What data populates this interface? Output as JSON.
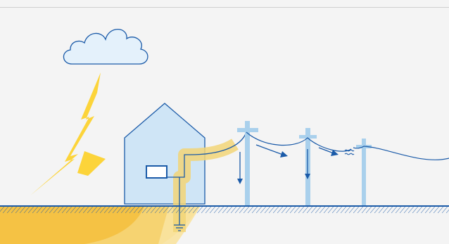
{
  "diagram": {
    "colors": {
      "background": "#f4f4f4",
      "top_rule": "#d0d0d0",
      "cloud_fill": "#e4f1fb",
      "line_blue": "#1a5aa8",
      "lightning_yellow": "#fcd43a",
      "ground_glow_yellow": "#f7c847",
      "surge_band": "#f2dc8a",
      "house_fill": "#cfe5f6",
      "pole_blue": "#a9d0ec",
      "meter_fill": "#ffffff"
    },
    "icons": {
      "cloud": "cloud-icon",
      "lightning": "lightning-bolt-icon",
      "house": "house-icon",
      "meter": "electric-meter-icon",
      "ground": "ground-symbol-icon",
      "pole": "utility-pole-icon",
      "break": "line-break-icon"
    },
    "elements": [
      "cloud",
      "lightning-bolt",
      "house",
      "electric-meter",
      "service-drop",
      "ground-rod",
      "ground-surface",
      "utility-pole-1",
      "utility-pole-2",
      "utility-pole-3",
      "overhead-power-line",
      "surge-arrows"
    ]
  }
}
